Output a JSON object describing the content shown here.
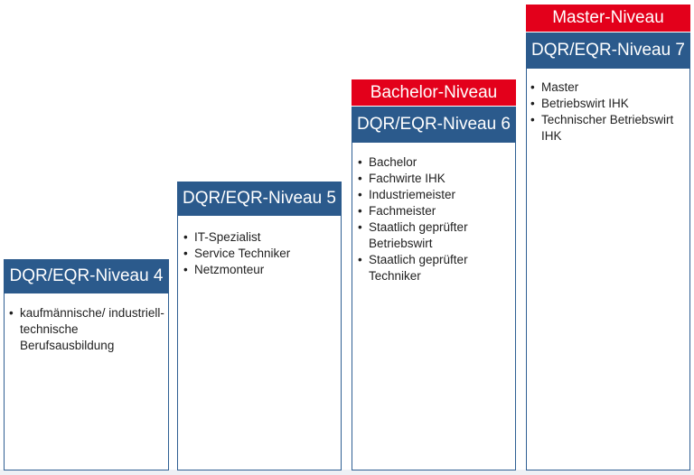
{
  "levels": [
    {
      "header": "DQR/EQR-Niveau 4",
      "items": [
        "kaufmännische/ industriell-technische Berufsausbildung"
      ]
    },
    {
      "header": "DQR/EQR-Niveau 5",
      "items": [
        "IT-Spezialist",
        "Service Techniker",
        "Netzmonteur"
      ]
    },
    {
      "tag": "Bachelor-Niveau",
      "header": "DQR/EQR-Niveau 6",
      "items": [
        "Bachelor",
        "Fachwirte IHK",
        "Industriemeister",
        "Fachmeister",
        "Staatlich geprüfter Betriebswirt",
        "Staatlich geprüfter Techniker"
      ]
    },
    {
      "tag": "Master-Niveau",
      "header": "DQR/EQR-Niveau 7",
      "items": [
        "Master",
        "Betriebswirt IHK",
        "Technischer Betriebswirt IHK"
      ]
    }
  ],
  "colors": {
    "header_blue": "#2b5a8c",
    "tag_red": "#e3001b",
    "border_blue": "#2f5f93"
  }
}
